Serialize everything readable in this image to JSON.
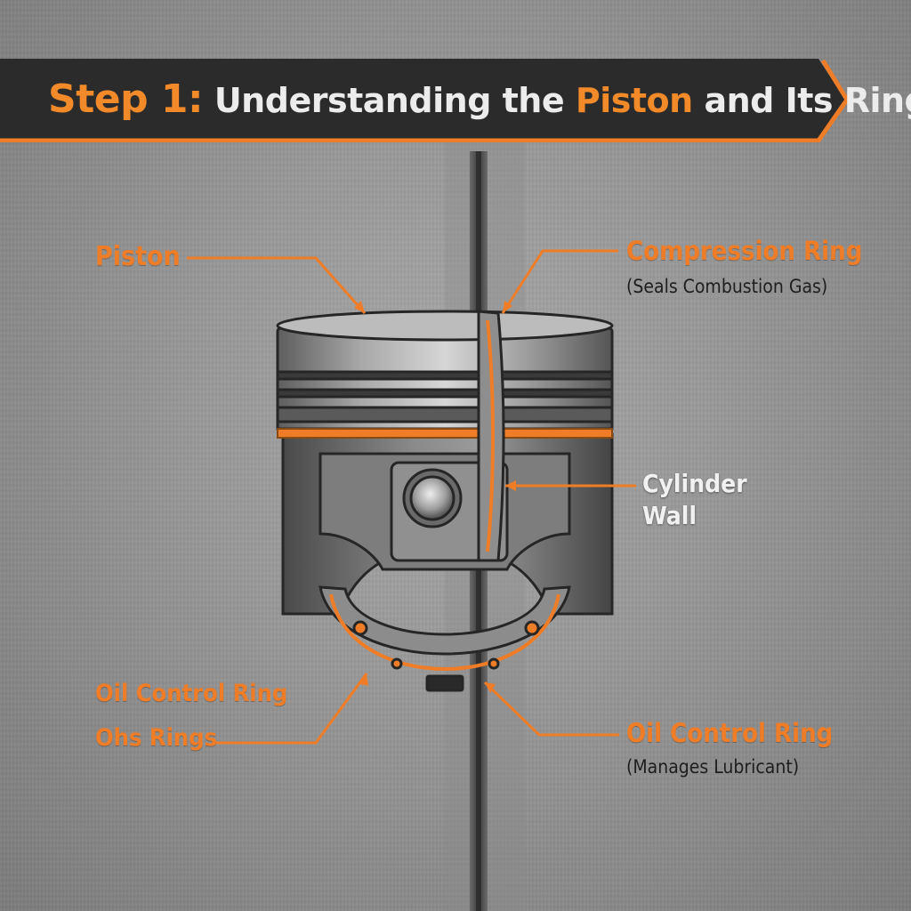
{
  "header": {
    "title_prefix": "Step 1:",
    "title_w1": "Understanding the",
    "title_w2": "Piston",
    "title_w3": "and Its Rings"
  },
  "labels": {
    "piston": "Piston",
    "compression_ring": "Compression Ring",
    "compression_ring_sub": "(Seals Combustion Gas)",
    "cylinder_wall_line1": "Cylinder",
    "cylinder_wall_line2": "Wall",
    "oil_control_ring_left": "Oil Control Ring",
    "ohs_rings": "Ohs Rings",
    "oil_control_ring_right": "Oil Control Ring",
    "oil_control_ring_right_sub": "(Manages Lubricant)"
  },
  "colors": {
    "accent": "#ef7d27",
    "banner": "#2d2d2d",
    "label_light": "#f1f1f1"
  }
}
